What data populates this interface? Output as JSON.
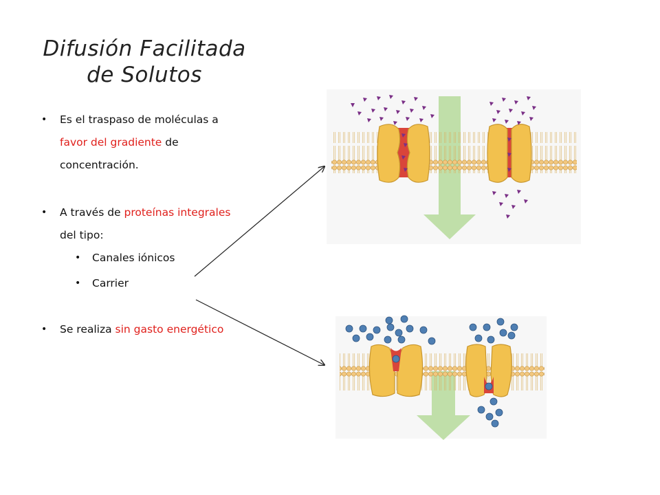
{
  "slide": {
    "title_line1": "Difusión Facilitada",
    "title_line2": "de Solutos"
  },
  "bullets": {
    "b1_pre": "Es el traspaso de moléculas a ",
    "b1_hl": "favor del gradiente",
    "b1_post": " de concentración.",
    "b2_pre": "A través de ",
    "b2_hl": "proteínas integrales",
    "b2_post": " del tipo:",
    "sub1": "Canales iónicos",
    "sub2": "Carrier",
    "b3_pre": "Se realiza ",
    "b3_hl": "sin gasto energético"
  },
  "colors": {
    "highlight": "#e0201c",
    "protein": "#f2c14e",
    "channel": "#d9453a",
    "arrow": "#b9dca0",
    "ion_purple": "#7a2f86",
    "solute_blue": "#4f7fb3"
  },
  "icons": {
    "top_figure": "ion-channel-membrane-illustration",
    "bottom_figure": "carrier-protein-membrane-illustration"
  }
}
